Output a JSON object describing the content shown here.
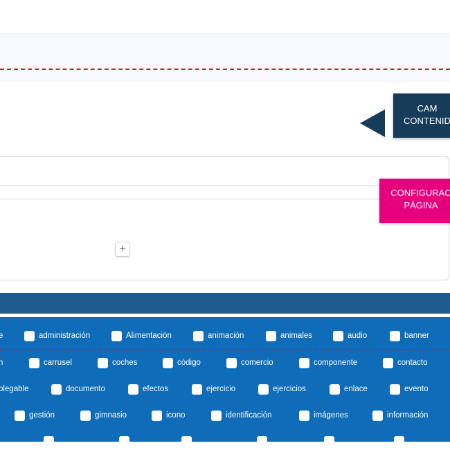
{
  "callouts": {
    "navy": {
      "line1": "CAM",
      "line2": "CONTENID"
    },
    "pink": {
      "line1": "CONFIGURAC",
      "line2": "PÁGINA"
    }
  },
  "editor": {
    "add_label": "+"
  },
  "colors": {
    "accent_navy": "#163c5a",
    "accent_pink": "#e6007e",
    "tag_bg": "#0e6cb8",
    "header_bar": "#1f5a8e",
    "dash": "#a0342c"
  },
  "tags": {
    "rows": [
      [
        "e",
        "administración",
        "Alimentación",
        "animación",
        "animales",
        "audio",
        "banner"
      ],
      [
        "n",
        "carrusel",
        "coches",
        "código",
        "comercio",
        "componente",
        "contacto"
      ],
      [
        "plegable",
        "documento",
        "efectos",
        "ejercicio",
        "ejercicios",
        "enlace",
        "evento"
      ],
      [
        "",
        "gestión",
        "gimnasio",
        "icono",
        "identificación",
        "imágenes",
        "información"
      ]
    ]
  }
}
